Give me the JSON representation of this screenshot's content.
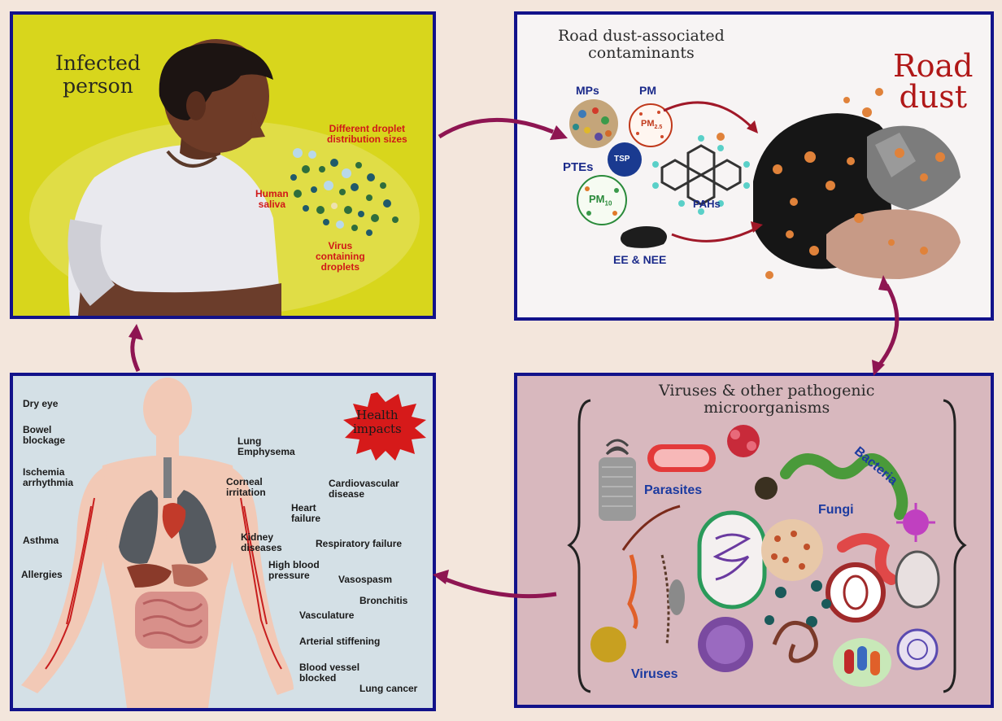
{
  "panels": {
    "infected": {
      "title": "Infected\nperson",
      "droplet_sizes": "Different droplet\ndistribution sizes",
      "saliva": "Human\nsaliva",
      "virus_droplets": "Virus\ncontaining\ndroplets"
    },
    "road_dust": {
      "contaminants_title": "Road dust-associated\ncontaminants",
      "title": "Road\ndust",
      "mps": "MPs",
      "pm": "PM",
      "pm25": "PM",
      "pm25_sub": "2.5",
      "tsp": "TSP",
      "ptes": "PTEs",
      "pm10": "PM",
      "pm10_sub": "10",
      "pahs": "PAHs",
      "ee_nee": "EE & NEE"
    },
    "microorganisms": {
      "title": "Viruses & other pathogenic\nmicroorganisms",
      "bacteria": "Bacteria",
      "parasites": "Parasites",
      "fungi": "Fungi",
      "viruses": "Viruses"
    },
    "health": {
      "badge": "Health\nimpacts",
      "left_labels": [
        "Dry eye",
        "Bowel\nblockage",
        "Ischemia\narrhythmia",
        "Asthma",
        "Allergies"
      ],
      "right_labels": [
        "Lung\nEmphysema",
        "Corneal\nirritation",
        "Cardiovascular\ndisease",
        "Heart\nfailure",
        "Kidney\ndiseases",
        "Respiratory failure",
        "High blood\npressure",
        "Vasospasm",
        "Bronchitis",
        "Vasculature",
        "Arterial stiffening",
        "Blood vessel\nblocked",
        "Lung cancer"
      ]
    }
  },
  "colors": {
    "panel_border": "#12128a",
    "background": "#f3e6dc",
    "arrow": "#8e1552",
    "road_dust_title": "#b01818",
    "micro_label": "#1b3aa0",
    "droplet_text": "#d01818"
  }
}
